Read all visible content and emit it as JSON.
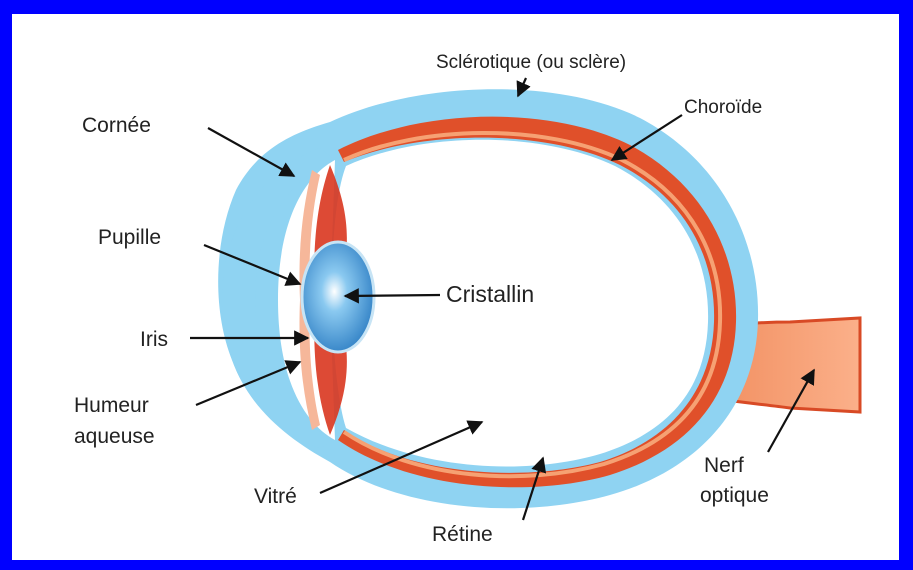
{
  "diagram": {
    "labels": {
      "sclerotique": "Sclérotique (ou sclère)",
      "choroide": "Choroïde",
      "cornee": "Cornée",
      "pupille": "Pupille",
      "cristallin": "Cristallin",
      "iris": "Iris",
      "humeur_line1": "Humeur",
      "humeur_line2": "aqueuse",
      "vitre": "Vitré",
      "retine": "Rétine",
      "nerf_line1": "Nerf",
      "nerf_line2": "optique"
    },
    "colors": {
      "frame": "#0000ff",
      "background": "#ffffff",
      "sclera": "#8fd3f2",
      "choroid": "#e0502a",
      "retina_stripe": "#f6a173",
      "optic_nerve": "#f7a57c",
      "lens": "#3f8fd0",
      "iris": "#d9361f",
      "pointer": "#111111"
    }
  }
}
